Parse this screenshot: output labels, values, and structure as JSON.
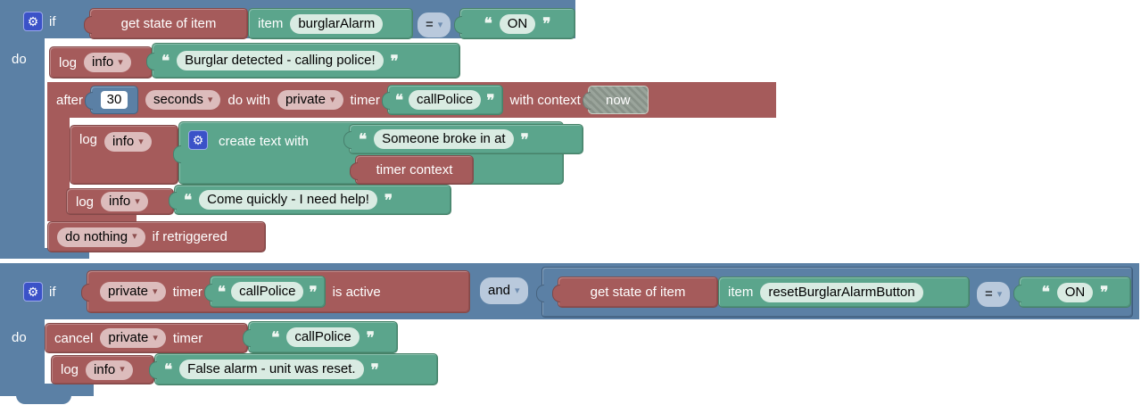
{
  "icons": {
    "gear": "⚙",
    "dropdown": "▾",
    "quote_open": "❝",
    "quote_close": "❞"
  },
  "colors": {
    "logic_blue": "#5b80a5",
    "action_red": "#a55b5b",
    "text_green": "#5ba58c",
    "disabled_gray": "#8f9a90",
    "mutator_blue": "#3b52c8"
  },
  "rule1": {
    "if_label": "if",
    "do_label": "do",
    "condition": {
      "fn_label": "get state of item",
      "item_label": "item",
      "item_value": "burglarAlarm",
      "operator": "=",
      "value": "ON"
    },
    "log1": {
      "kw": "log",
      "level": "info",
      "message": "Burglar detected - calling police!"
    },
    "after": {
      "kw": "after",
      "delay": "30",
      "unit": "seconds",
      "do_with_label": "do with",
      "scope": "private",
      "timer_label": "timer",
      "timer_name": "callPolice",
      "context_label": "with context",
      "context_value": "now"
    },
    "log2": {
      "kw": "log",
      "level": "info",
      "create_label": "create text with",
      "part1": "Someone broke in at",
      "part2": "timer context"
    },
    "log3": {
      "kw": "log",
      "level": "info",
      "message": "Come quickly - I need help!"
    },
    "retrigger": {
      "policy": "do nothing",
      "suffix": "if retriggered"
    }
  },
  "rule2": {
    "if_label": "if",
    "do_label": "do",
    "timer_check": {
      "scope": "private",
      "timer_label": "timer",
      "timer_name": "callPolice",
      "suffix": "is active"
    },
    "combinator": "and",
    "condition": {
      "fn_label": "get state of item",
      "item_label": "item",
      "item_value": "resetBurglarAlarmButton",
      "operator": "=",
      "value": "ON"
    },
    "cancel": {
      "kw": "cancel",
      "scope": "private",
      "timer_label": "timer",
      "timer_name": "callPolice"
    },
    "log1": {
      "kw": "log",
      "level": "info",
      "message": "False alarm - unit was reset."
    }
  }
}
